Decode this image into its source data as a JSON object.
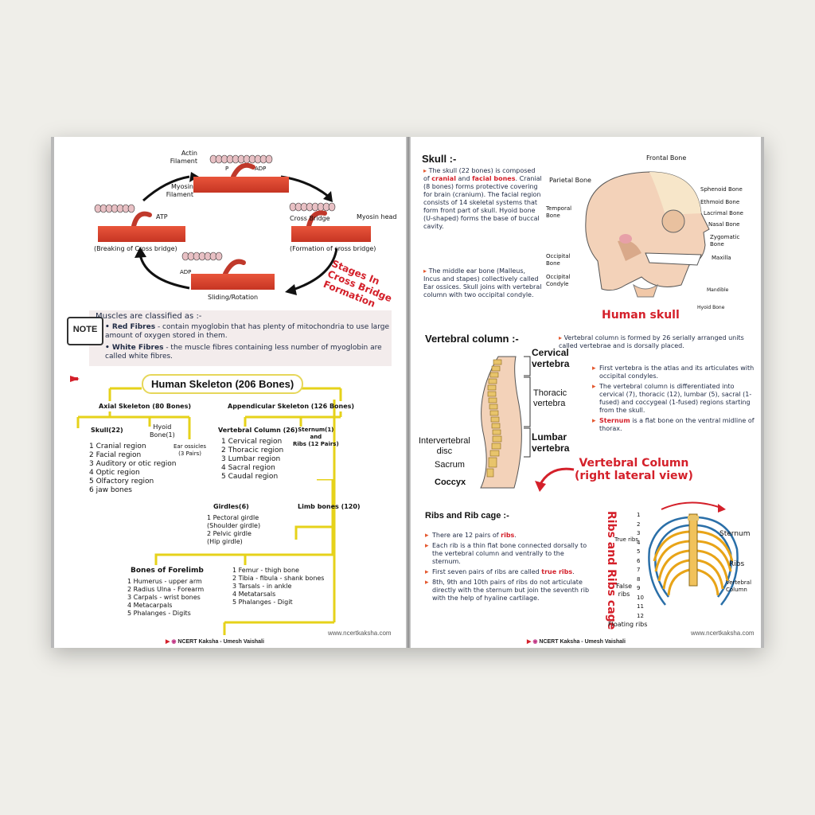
{
  "left": {
    "cycle": {
      "actin": "Actin\nFilament",
      "actin_l1": "Actin",
      "actin_l2": "Filament",
      "myosin_l1": "Myosin",
      "myosin_l2": "Filament",
      "p": "P",
      "adp": "ADP",
      "atp": "ATP",
      "cross_bridge": "Cross Bridge",
      "myosin_head": "Myosin head",
      "breaking": "(Breaking of Cross bridge)",
      "formation": "(Formation of cross bridge)",
      "sliding": "Sliding/Rotation",
      "adp2": "ADP",
      "stages_l1": "Stages In",
      "stages_l2": "Cross Bridge",
      "stages_l3": "Formation"
    },
    "note": {
      "icon": "NOTE",
      "intro": "Muscles are classified as :-",
      "red_label": "Red Fibres",
      "red_text": "- contain myoglobin that has plenty of mitochondria to use large amount of oxygen stored in them.",
      "white_label": "White Fibres",
      "white_text": "- the muscle fibres containing less number of myoglobin are called white fibres."
    },
    "skeleton": {
      "title": "Human Skeleton (206 Bones)",
      "axial": "Axial Skeleton (80 Bones)",
      "appendicular": "Appendicular Skeleton (126 Bones)",
      "skull": "Skull(22)",
      "hyoid_l1": "Hyoid",
      "hyoid_l2": "Bone(1)",
      "ear_l1": "Ear ossicles",
      "ear_l2": "(3 Pairs)",
      "skull_list": [
        "1 Cranial region",
        "2 Facial region",
        "3 Auditory or otic region",
        "4 Optic region",
        "5 Olfactory region",
        "6 jaw bones"
      ],
      "vertebral": "Vertebral Column (26)",
      "vertebral_list": [
        "1 Cervical region",
        "2 Thoracic region",
        "3 Lumbar region",
        "4 Sacral region",
        "5 Caudal region"
      ],
      "sternum_l1": "Sternum(1)",
      "sternum_l2": "and",
      "sternum_l3": "Ribs (12 Pairs)",
      "girdles": "Girdles(6)",
      "girdles_list": [
        "1 Pectoral girdle",
        "(Shoulder girdle)",
        "2 Pelvic girdle",
        "(Hip girdle)"
      ],
      "limb": "Limb bones (120)",
      "forelimb": "Bones of Forelimb",
      "forelimb_list": [
        "1 Humerus - upper arm",
        "2 Radius Ulna - Forearm",
        "3 Carpals - wrist bones",
        "4 Metacarpals",
        "5 Phalanges - Digits"
      ],
      "hindlimb_list": [
        "1 Femur - thigh bone",
        "2 Tibia - fibula - shank bones",
        "3 Tarsals - in ankle",
        "4 Metatarsals",
        "5 Phalanges - Digit"
      ]
    },
    "site": "www.ncertkaksha.com",
    "footer": "NCERT Kaksha - Umesh Vaishali"
  },
  "right": {
    "skull": {
      "heading": "Skull :-",
      "p1_a": "The skull (22 bones) is composed of ",
      "p1_cranial": "cranial",
      "p1_and": " and ",
      "p1_facial": "facial bones",
      "p1_b": ". Cranial (8 bones) forms protective covering for brain (cranium). The facial region consists of 14 skeletal systems that form front part of skull. Hyoid bone (U-shaped) forms the base of buccal cavity.",
      "p2": "The middle ear bone (Malleus, Incus and stapes) collectively called Ear ossices. Skull joins with vertebral column with two occipital condyle.",
      "labels": {
        "frontal": "Frontal Bone",
        "parietal": "Parietal Bone",
        "sphenoid": "Sphenoid Bone",
        "ethmoid": "Ethmoid Bone",
        "lacrimal": "Lacrimal Bone",
        "nasal": "Nasal Bone",
        "zygomatic_l1": "Zygomatic",
        "zygomatic_l2": "Bone",
        "maxilla": "Maxilla",
        "temporal_l1": "Temporal",
        "temporal_l2": "Bone",
        "occipital_l1": "Occipital",
        "occipital_l2": "Bone",
        "condyle_l1": "Occipital",
        "condyle_l2": "Condyle",
        "mandible": "Mandible",
        "hyoid": "Hyoid Bone"
      },
      "caption": "Human skull"
    },
    "vertebral": {
      "heading": "Vertebral column :-",
      "intro": "Vertebral column is formed by 26 serially arranged units called vertebrae and is dorsally placed.",
      "b1": "First vertebra is the atlas and its articulates with occipital condyles.",
      "b2": "The vertebral column is differentiated into cervical (7), thoracic (12), lumbar (5), sacral (1-fused) and coccygeal (1-fused) regions starting from the skull.",
      "b3_label": "Sternum",
      "b3_text": " is a flat bone on the ventral midline of thorax.",
      "labels": {
        "cervical_l1": "Cervical",
        "cervical_l2": "vertebra",
        "thoracic_l1": "Thoracic",
        "thoracic_l2": "vertebra",
        "lumbar_l1": "Lumbar",
        "lumbar_l2": "vertebra",
        "disc_l1": "Intervertebral",
        "disc_l2": "disc",
        "sacrum": "Sacrum",
        "coccyx": "Coccyx"
      },
      "caption_l1": "Vertebral Column",
      "caption_l2": "(right lateral view)"
    },
    "ribs": {
      "heading": "Ribs and Rib cage :-",
      "b1_a": "There are 12 pairs of ",
      "b1_ribs": "ribs",
      "b1_b": ".",
      "b2": "Each rib is a thin flat bone connected dorsally to the vertebral column and ventrally to the sternum.",
      "b3_a": "First seven pairs of ribs are called ",
      "b3_true": "true ribs",
      "b3_b": ".",
      "b4": "8th, 9th and 10th pairs of ribs do not articulate directly with the sternum but join the seventh rib with the help of hyaline cartilage.",
      "side_title": "Ribs and Ribs cage",
      "labels": {
        "true_ribs": "True ribs",
        "false_l1": "False",
        "false_l2": "ribs",
        "floating": "Floating ribs",
        "sternum": "Sternum",
        "ribs": "Ribs",
        "vert_l1": "Vertebral",
        "vert_l2": "Column"
      },
      "numbers": [
        "1",
        "2",
        "3",
        "4",
        "5",
        "6",
        "7",
        "8",
        "9",
        "10",
        "11",
        "12"
      ]
    },
    "site": "www.ncertkaksha.com",
    "footer": "NCERT Kaksha - Umesh Vaishali"
  }
}
